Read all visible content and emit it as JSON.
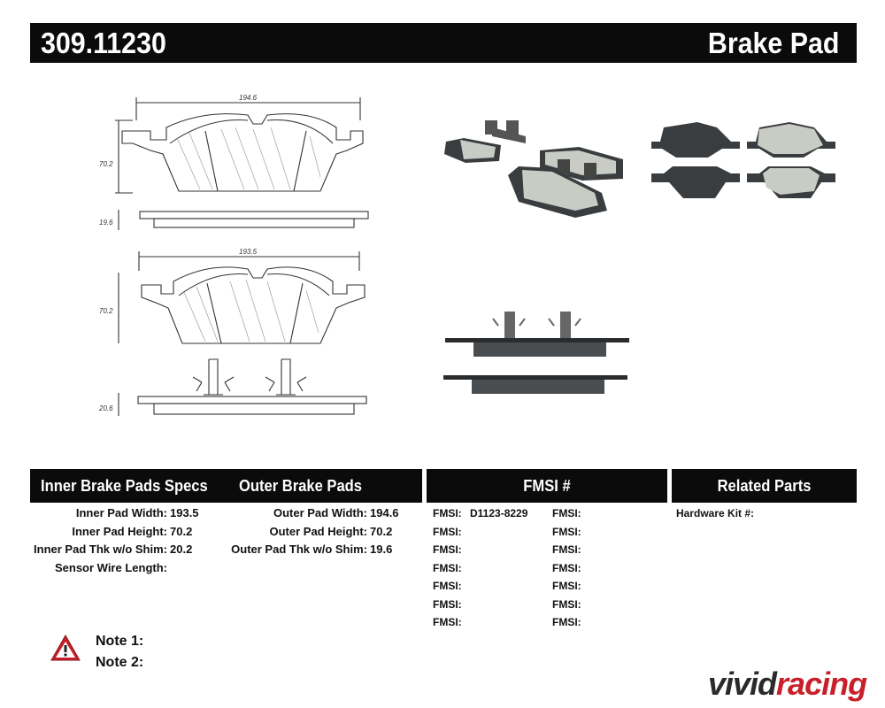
{
  "header": {
    "part_number": "309.11230",
    "product_type": "Brake Pad"
  },
  "drawing": {
    "top_pad_width": "194.6",
    "top_pad_height": "70.2",
    "top_pad_thickness": "19.6",
    "bottom_pad_width": "193.5",
    "bottom_pad_height": "70.2",
    "bottom_pad_thickness": "20.6"
  },
  "sections": {
    "inner_title": "Inner Brake Pads Specs",
    "outer_title": "Outer Brake Pads Specs",
    "fmsi_title": "FMSI #",
    "related_title": "Related Parts"
  },
  "inner_specs": [
    {
      "label": "Inner Pad Width:",
      "value": "193.5"
    },
    {
      "label": "Inner Pad Height:",
      "value": "70.2"
    },
    {
      "label": "Inner Pad Thk w/o Shim:",
      "value": "20.2"
    },
    {
      "label": "Sensor Wire Length:",
      "value": ""
    }
  ],
  "outer_specs": [
    {
      "label": "Outer Pad Width:",
      "value": "194.6"
    },
    {
      "label": "Outer Pad Height:",
      "value": "70.2"
    },
    {
      "label": "Outer Pad Thk w/o Shim:",
      "value": "19.6"
    }
  ],
  "fmsi_left": [
    {
      "label": "FMSI:",
      "value": "D1123-8229"
    },
    {
      "label": "FMSI:",
      "value": ""
    },
    {
      "label": "FMSI:",
      "value": ""
    },
    {
      "label": "FMSI:",
      "value": ""
    },
    {
      "label": "FMSI:",
      "value": ""
    },
    {
      "label": "FMSI:",
      "value": ""
    },
    {
      "label": "FMSI:",
      "value": ""
    }
  ],
  "fmsi_right": [
    {
      "label": "FMSI:",
      "value": ""
    },
    {
      "label": "FMSI:",
      "value": ""
    },
    {
      "label": "FMSI:",
      "value": ""
    },
    {
      "label": "FMSI:",
      "value": ""
    },
    {
      "label": "FMSI:",
      "value": ""
    },
    {
      "label": "FMSI:",
      "value": ""
    },
    {
      "label": "FMSI:",
      "value": ""
    }
  ],
  "related": {
    "hardware_label": "Hardware Kit #:"
  },
  "notes": {
    "note1": "Note 1:",
    "note2": "Note 2:"
  },
  "watermark": {
    "part1": "vivid",
    "part2": "racing"
  },
  "colors": {
    "header_bg": "#0b0b0b",
    "pad_friction": "#c9ccc4",
    "backing_plate": "#3a3d40",
    "warning_red": "#c8202a"
  }
}
